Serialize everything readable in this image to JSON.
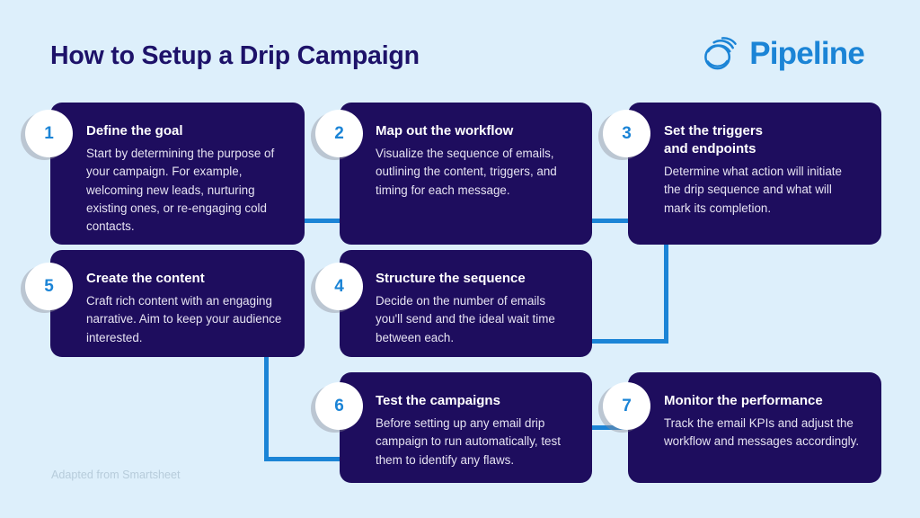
{
  "header": {
    "title": "How to Setup a Drip Campaign",
    "brand_name": "Pipeline",
    "logo_icon": "spiral-swirl-icon"
  },
  "theme": {
    "background": "#ddeffb",
    "card_background": "#1e0d5e",
    "title_color": "#1d1269",
    "accent_blue": "#1b84d6",
    "connector_color": "#1b84d6",
    "badge_background": "#ffffff",
    "badge_text_color": "#1b84d6",
    "body_text_color": "#e6e3f2",
    "footer_text_color": "#b7ccdb"
  },
  "steps": [
    {
      "number": "1",
      "title": "Define the goal",
      "body": "Start by determining the purpose of your campaign. For example, welcoming new leads, nurturing existing ones, or re-engaging cold contacts."
    },
    {
      "number": "2",
      "title": "Map out the workflow",
      "body": "Visualize the sequence of emails, outlining the content, triggers, and timing for each message."
    },
    {
      "number": "3",
      "title": "Set the triggers\nand endpoints",
      "body": "Determine what action will initiate the drip sequence and what will mark its completion."
    },
    {
      "number": "4",
      "title": "Structure the sequence",
      "body": "Decide on the number of emails you'll send and the ideal wait time between each."
    },
    {
      "number": "5",
      "title": "Create the content",
      "body": "Craft rich content with an engaging narrative. Aim to keep your audience interested."
    },
    {
      "number": "6",
      "title": "Test the campaigns",
      "body": "Before setting up any email drip campaign to run automatically, test them to identify any flaws."
    },
    {
      "number": "7",
      "title": "Monitor the performance",
      "body": "Track the email KPIs and adjust the workflow and messages accordingly."
    }
  ],
  "footer": {
    "attribution": "Adapted from Smartsheet"
  }
}
